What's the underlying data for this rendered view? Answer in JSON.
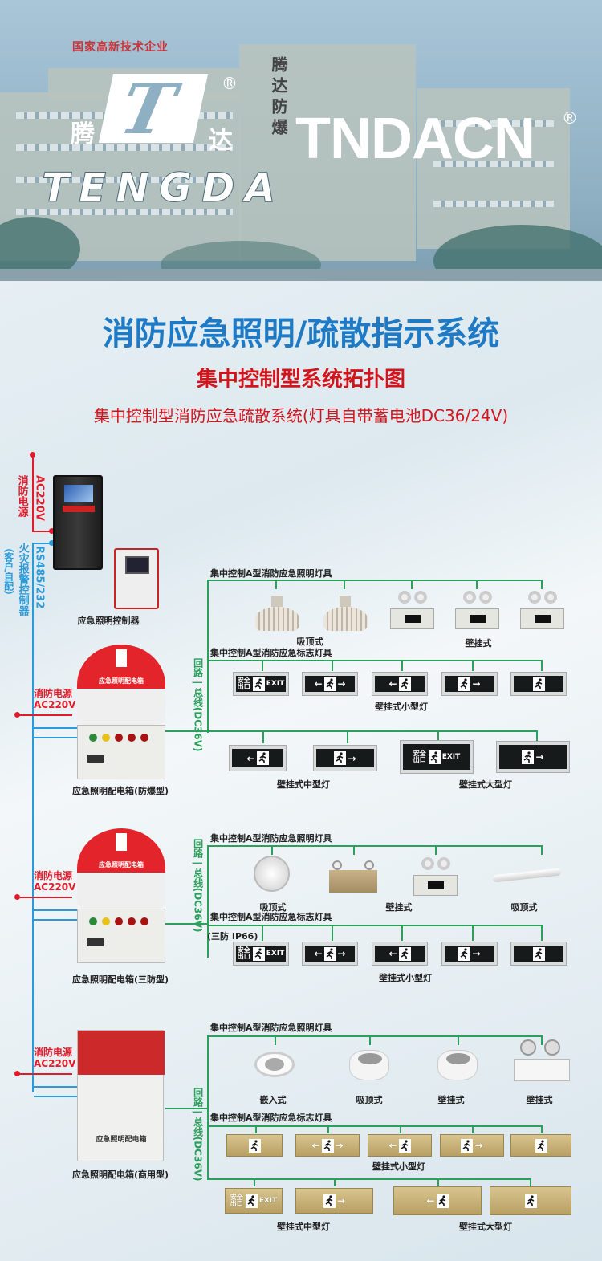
{
  "hero": {
    "sign_text": "国家高新技术企业",
    "logo_cn_left": "腾",
    "logo_cn_right": "达",
    "logo_letter": "T",
    "logo_en": "TENGDA",
    "brand": "TNDACN",
    "registered": "®",
    "building_text": "腾达防爆"
  },
  "title": "消防应急照明/疏散指示系统",
  "subtitle": "集中控制型系统拓扑图",
  "subtitle2": "集中控制型消防应急疏散系统(灯具自带蓄电池DC36/24V)",
  "left": {
    "power_label": "消防电源",
    "power_voltage": "AC220V",
    "comm_label": "RS485/232",
    "fire_alarm": "火灾报警控制器",
    "customer_supplied": "（客户自配）",
    "controller_label": "应急照明控制器"
  },
  "bus_label": "回路 | 总线(DC36V)",
  "sign_text": {
    "safe_exit": "安全出口",
    "exit": "EXIT",
    "left_arrow": "←",
    "right_arrow": "→"
  },
  "sections": [
    {
      "box_label": "应急照明配电箱(防爆型)",
      "box_panel_text": "应急照明配电箱",
      "lighting_header": "集中控制A型消防应急照明灯具",
      "sign_header": "集中控制A型消防应急标志灯具",
      "light_labels": [
        "吸顶式",
        "壁挂式"
      ],
      "small_sign_label": "壁挂式小型灯",
      "medium_sign_label": "壁挂式中型灯",
      "large_sign_label": "壁挂式大型灯"
    },
    {
      "box_label": "应急照明配电箱(三防型)",
      "box_panel_text": "应急照明配电箱",
      "lighting_header": "集中控制A型消防应急照明灯具",
      "sign_header": "集中控制A型消防应急标志灯具",
      "protection_note": "(三防 IP66)",
      "light_labels": [
        "吸顶式",
        "壁挂式",
        "吸顶式"
      ],
      "small_sign_label": "壁挂式小型灯"
    },
    {
      "box_label": "应急照明配电箱(商用型)",
      "box_panel_text": "应急照明配电箱",
      "lighting_header": "集中控制A型消防应急照明灯具",
      "sign_header": "集中控制A型消防应急标志灯具",
      "light_labels": [
        "嵌入式",
        "吸顶式",
        "壁挂式",
        "壁挂式"
      ],
      "small_sign_label": "壁挂式小型灯",
      "medium_sign_label": "壁挂式中型灯",
      "large_sign_label": "壁挂式大型灯"
    }
  ],
  "colors": {
    "title_blue": "#1e7ac4",
    "red": "#d3141d",
    "bus_green": "#2aa05a",
    "comm_blue": "#2a9ad8"
  }
}
